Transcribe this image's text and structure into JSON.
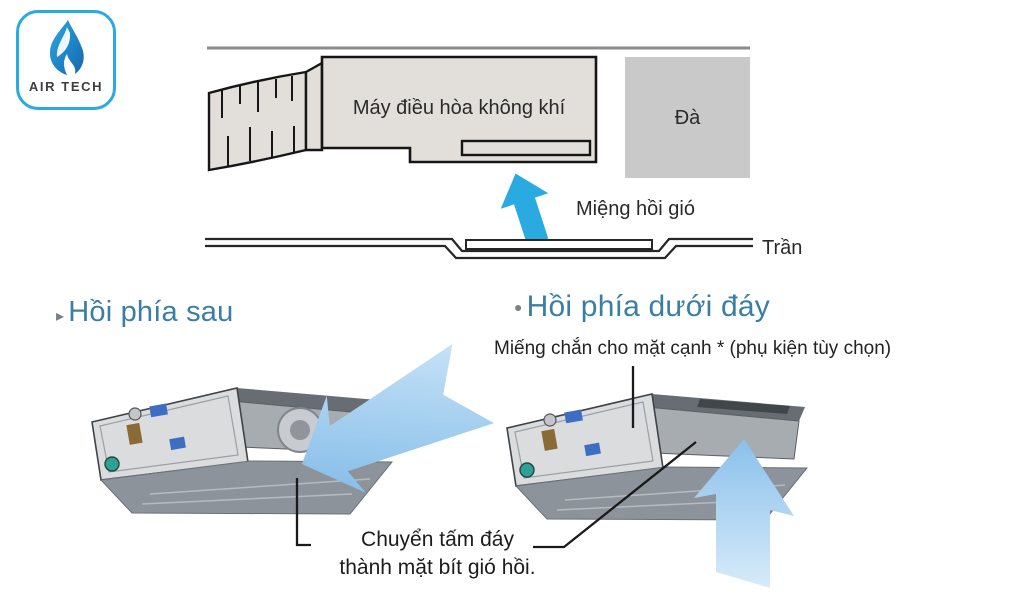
{
  "logo": {
    "brand": "AIR TECH"
  },
  "top_diagram": {
    "ac_unit_label": "Máy điều hòa không khí",
    "beam_label": "Đà",
    "return_opening_label": "Miệng hồi gió",
    "ceiling_label": "Trần"
  },
  "sections": {
    "rear_return": {
      "bullet": "▸",
      "title": "Hồi phía sau"
    },
    "bottom_return": {
      "bullet": "●",
      "title": "Hồi phía dưới đáy",
      "accessory_note": "Miếng chắn cho mặt cạnh * (phụ kiện tùy chọn)"
    }
  },
  "bottom_caption": {
    "line1": "Chuyển tấm đáy",
    "line2": "thành mặt bít gió hồi."
  },
  "colors": {
    "accent_blue": "#29abe2",
    "heading_teal": "#3a7fa3",
    "arrow_light_blue": "#8fc3ec",
    "box_fill": "#e2dfda",
    "beam_fill": "#c9c9c9",
    "unit_gray": "#8d939a",
    "panel_gray": "#dadcde"
  }
}
